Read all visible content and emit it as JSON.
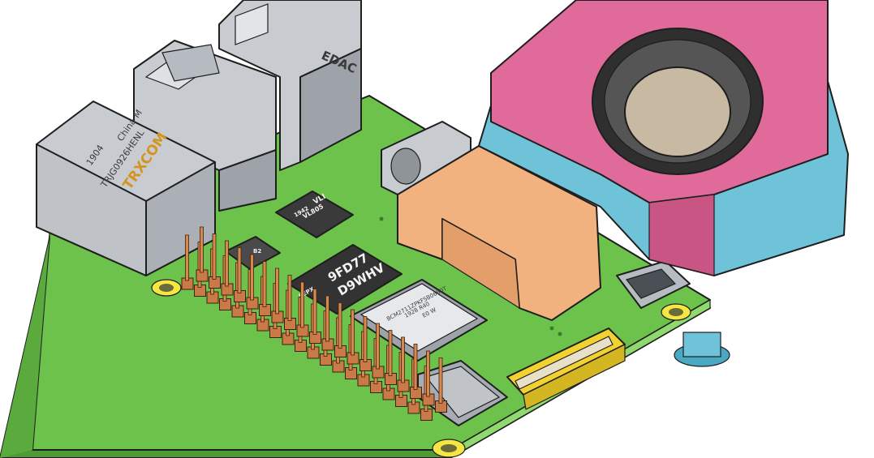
{
  "colors": {
    "pcb": "#6cc24a",
    "pcb_edge": "#4f9a36",
    "pcb_bottom": "#7fd05a",
    "metal": "#c8cbd0",
    "metal_dark": "#9ea3aa",
    "pin": "#d9884d",
    "pin_base": "#c97a47",
    "fan_top": "#e06a9a",
    "fan_mid": "#6fc3d9",
    "flex": "#f2b27f",
    "chip": "#3a3a3a",
    "hole": "#f5e642",
    "connector": "#f2d230",
    "standoff": "#9fa4aa"
  },
  "labels": {
    "ethernet_brand": "TRXCOM",
    "ethernet_model": "TRJG0926HENL",
    "ethernet_origin": "China M",
    "ethernet_date": "1904",
    "usb_brand": "EDAC",
    "chip_pmic_line1": "9FD77",
    "chip_pmic_line2": "D9WHV",
    "chip_pmic_side": "SEPX",
    "chip_small_line1": "VLI",
    "chip_small_line2": "VL805",
    "chip_small_line3": "1942",
    "chip_soc_line1": "BCM2711ZPKFSB06B0T",
    "chip_soc_line2": "1928 R40",
    "chip_soc_line3": "E0 W",
    "chip_tiny": "B2"
  }
}
